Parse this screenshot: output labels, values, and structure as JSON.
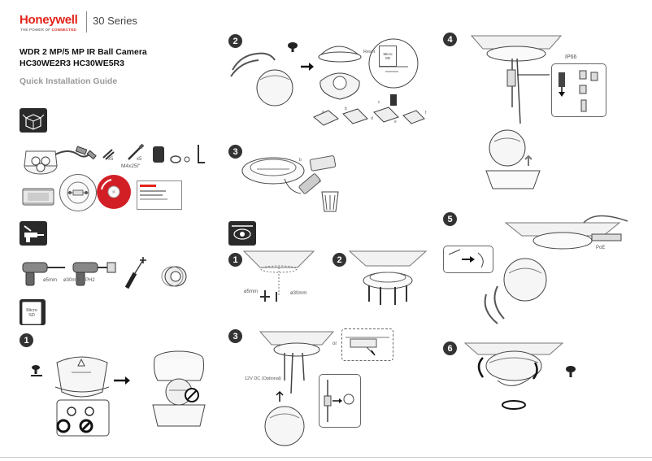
{
  "brand": {
    "logo_text": "Honeywell",
    "tagline_prefix": "THE POWER OF",
    "tagline_emph": "CONNECTED",
    "series": "30 Series",
    "brand_color": "#e2231a"
  },
  "title": {
    "line1": "WDR 2 MP/5 MP IR Ball Camera",
    "line2": "HC30WE2R3 HC30WE5R3",
    "line3": "Quick Installation Guide"
  },
  "package": {
    "screws_qty": "x5",
    "anchors_qty": "x5",
    "screw_size": "M4x25l\""
  },
  "tools": {
    "drill_bit_1": "ø5mm",
    "drill_bit_2": "ø30mm",
    "screwdriver": "PH2"
  },
  "microsd": {
    "line1": "Micro",
    "line2": "SD"
  },
  "step_numbers": [
    "1",
    "2",
    "3",
    "4",
    "5",
    "6",
    "1",
    "2",
    "3"
  ],
  "step2_labels": {
    "reset": "Reset",
    "sd_line1": "Micro",
    "sd_line2": "SD",
    "callouts": [
      "a",
      "b",
      "c",
      "d",
      "e",
      "f"
    ]
  },
  "step3_labels": {
    "callouts": [
      "b",
      "a"
    ]
  },
  "mount_step1": {
    "drill_1": "ø5mm",
    "drill_2": "ø30mm"
  },
  "mount_step3": {
    "power_label": "12V DC (Optional)",
    "or_label": "or"
  },
  "step4": {
    "ip_label": "IP66"
  },
  "step5": {
    "poe_label": "PoE"
  },
  "icons": [
    "box-icon",
    "tools-icon",
    "microsd-icon",
    "mount-icon"
  ]
}
